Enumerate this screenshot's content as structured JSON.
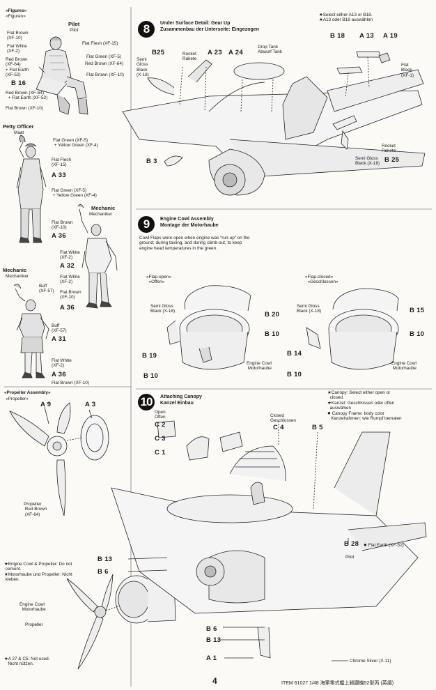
{
  "figures": {
    "title": "«Figures»",
    "title_de": "«Figuren»",
    "pilot": {
      "label": "Pilot",
      "label_de": "Pilot"
    },
    "pilot_labels": [
      {
        "l1": "Flat Brown",
        "l2": "(XF-10)"
      },
      {
        "l1": "Flat White",
        "l2": "(XF-2)"
      },
      {
        "l1": "Red Brown",
        "l2": "(XF-64)",
        "l3": "+ Flat Earth",
        "l4": "(XF-52)"
      },
      {
        "l1": "Flat Flesh (XF-15)"
      },
      {
        "l1": "Flat Green (XF-5)"
      },
      {
        "l1": "Red Brown (XF-64)"
      },
      {
        "l1": "Flat Brown (XF-10)"
      },
      {
        "l1": "Red Brown (XF-64)",
        "l2": "+ Flat Earth (XF-52)"
      },
      {
        "l1": "Flat Brown (XF-10)"
      }
    ],
    "pilot_part": "B 16",
    "petty_officer": {
      "label": "Petty Officer",
      "label_de": "Maat"
    },
    "petty_labels": [
      {
        "l1": "Flat Green (XF-5)",
        "l2": "+ Yellow Green (XF-4)"
      },
      {
        "l1": "Flat Flesh",
        "l2": "(XF-15)"
      },
      {
        "l1": "Flat Green (XF-5)",
        "l2": "+ Yellow Green (XF-4)"
      },
      {
        "l1": "Flat Brown",
        "l2": "(XF-10)"
      }
    ],
    "petty_parts": [
      "A 33",
      "A 36"
    ],
    "mechanic1": {
      "label": "Mechanic",
      "label_de": "Mechaniker"
    },
    "mechanic1_labels": [
      {
        "l1": "Flat White",
        "l2": "(XF-2)"
      },
      {
        "l1": "Flat White",
        "l2": "(XF-2)"
      },
      {
        "l1": "Flat Brown",
        "l2": "(XF-10)"
      }
    ],
    "mechanic1_parts": [
      "A 32",
      "A 36"
    ],
    "mechanic2": {
      "label": "Mechanic",
      "label_de": "Mechaniker"
    },
    "mechanic2_labels": [
      {
        "l1": "Buff",
        "l2": "(XF-57)"
      },
      {
        "l1": "Buff",
        "l2": "(XF-57)"
      },
      {
        "l1": "Flat White",
        "l2": "(XF-2)"
      },
      {
        "l1": "Flat Brown (XF-10)"
      }
    ],
    "mechanic2_parts": [
      "A 31",
      "A 36"
    ]
  },
  "propeller": {
    "title": "«Propeller Assembly»",
    "title_de": "«Propeller»",
    "parts": [
      "A 9",
      "A 3"
    ],
    "label": {
      "l1": "Propeller",
      "l2": "Red Brown",
      "l3": "(XF-64)"
    }
  },
  "notes_left": {
    "cement": {
      "l1": "★Engine Cowl & Propeller: Do not",
      "l2": "cement.",
      "l3": "★Motorhaube und Propeller: Nicht",
      "l4": "kleben."
    },
    "engine_cowl": {
      "l1": "Engine Cowl",
      "l2": "Motorhaube"
    },
    "propeller": "Propeller",
    "unused": {
      "l1": "★A 27 & C5: Not used.",
      "l2": "Nicht nützen."
    }
  },
  "step8": {
    "number": "8",
    "title": "Under Surface Detail: Gear Up",
    "title_de": "Zusammenbau der Unterseite: Eingezogen",
    "note": {
      "l1": "★Select either A13 or B18.",
      "l2": "★A13 oder B18 auswählen"
    },
    "parts": {
      "b25": "B25",
      "a23": "A 23",
      "a24": "A 24",
      "b18": "B 18",
      "a13": "A 13",
      "a19": "A 19",
      "b3": "B 3",
      "b25b": "B 25"
    },
    "labels": {
      "semi_gloss": {
        "l1": "Semi",
        "l2": "Gloss",
        "l3": "Black",
        "l4": "(X-18)"
      },
      "rocket": {
        "l1": "Rocket",
        "l2": "Rakete"
      },
      "drop_tank": {
        "l1": "Drop Tank",
        "l2": "Abwurf Tank"
      },
      "flat_black": {
        "l1": "Flat",
        "l2": "Black",
        "l3": "(XF-1)"
      },
      "rocket2": {
        "l1": "Rocket",
        "l2": "Rakete"
      },
      "semi_gloss2": {
        "l1": "Semi Gloss",
        "l2": "Black (X-18)"
      }
    }
  },
  "step9": {
    "number": "9",
    "title": "Engine Cowl Assembly",
    "title_de": "Montage der Motorhaube",
    "desc": {
      "l1": "Cowl Flaps were open when engine was “run-up” on the",
      "l2": "ground; during taxiing, and during climb-out, to keep",
      "l3": "engine head temperatures in the green."
    },
    "open": {
      "l1": "«Flap-open»",
      "l2": "«Offen»"
    },
    "closed": {
      "l1": "«Flap-closed»",
      "l2": "«Geschlossen»"
    },
    "left_parts": {
      "b20": "B 20",
      "b10": "B 10",
      "b19": "B 19",
      "b10b": "B 10"
    },
    "right_parts": {
      "b15": "B 15",
      "b10": "B 10",
      "b14": "B 14",
      "b10b": "B 10"
    },
    "semi_gloss": {
      "l1": "Semi Gloss",
      "l2": "Black (X-18)"
    },
    "cowl": {
      "l1": "Engine Cowl",
      "l2": "Motorhaube"
    }
  },
  "step10": {
    "number": "10",
    "title": "Attaching Canopy",
    "title_de": "Kanzel Einbau",
    "notes": {
      "l1": "★Canopy: Select either open or",
      "l2": "closed.",
      "l3": "★Kanzel: Geschlossen oder offen",
      "l4": "auswählen",
      "l5": "Canopy Frame: body color",
      "l6": "Kanzelrahmen: wie Rumpf bemalen"
    },
    "open": {
      "l1": "Open",
      "l2": "Offen"
    },
    "closed": {
      "l1": "Closed",
      "l2": "Geschlossen"
    },
    "parts": {
      "c2": "C 2",
      "c3": "C 3",
      "c1": "C 1",
      "c4": "C 4",
      "b5": "B 5",
      "b28": "B 28",
      "b13": "B 13",
      "b6": "B 6",
      "b6b": "B 6",
      "b13b": "B 13",
      "a1": "A 1"
    },
    "flat_earth": "Flat Earth (XF-52)",
    "pilot": "Pilot",
    "chrome": "Chrome Silver (X-11)"
  },
  "footer": {
    "page": "4",
    "item": "ITEM  61027   1/48 海軍零式艦上戦闘機52型丙 (英語)"
  }
}
